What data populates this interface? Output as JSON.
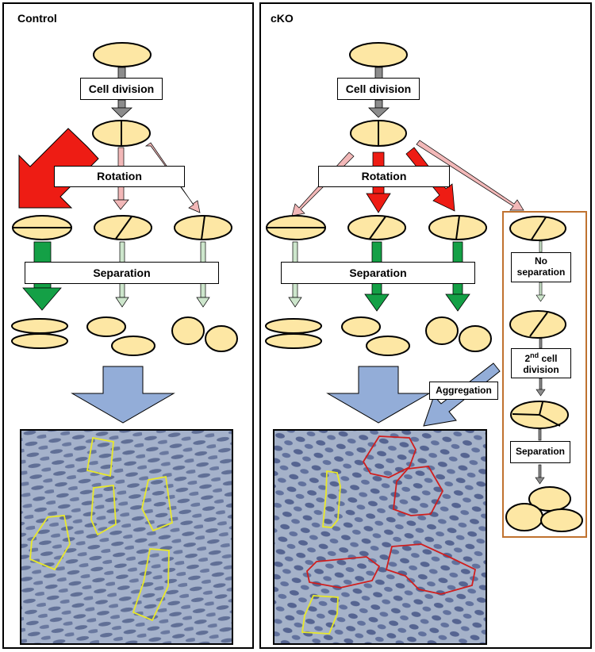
{
  "panels": {
    "control": {
      "title": "Control"
    },
    "cko": {
      "title": "cKO"
    }
  },
  "labels": {
    "cell_division": "Cell division",
    "rotation": "Rotation",
    "separation": "Separation",
    "no_separation": "No separation",
    "second_division_num": "2",
    "second_division_sup": "nd",
    "second_division_rest": " cell division",
    "aggregation": "Aggregation"
  },
  "colors": {
    "cell_fill": "#fde7a4",
    "gray_arrow": "#8c8c8c",
    "red_arrow": "#ee1c14",
    "pink_arrow": "#f2b8b8",
    "green_arrow": "#14a046",
    "light_green_arrow": "#cde6cc",
    "blue_arrow": "#93add8",
    "yellow_outline": "#e8e82a",
    "red_outline": "#d01e1e",
    "orange_box": "#c0722f"
  }
}
